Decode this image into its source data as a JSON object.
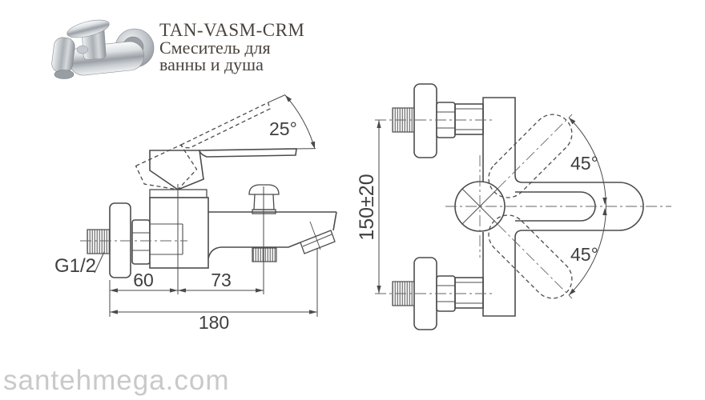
{
  "product": {
    "code": "TAN-VASM-CRM",
    "description_line1": "Смеситель для",
    "description_line2": "ванны и душа"
  },
  "watermark": "santehmega.com",
  "drawings": {
    "side_view": {
      "thread_label": "G1/2",
      "handle_lift_angle": "25°",
      "dim_wall_to_center": "60",
      "dim_center_to_shower": "73",
      "dim_total_depth": "180"
    },
    "front_view": {
      "dim_mount_centers": "150±20",
      "handle_swing_upper": "45°",
      "handle_swing_lower": "45°"
    }
  },
  "colors": {
    "line": "#4c4c4c",
    "dimension_text": "#3f3f3f",
    "title_text": "#4a443e",
    "watermark_text": "#c9c9c9",
    "background": "#ffffff"
  }
}
